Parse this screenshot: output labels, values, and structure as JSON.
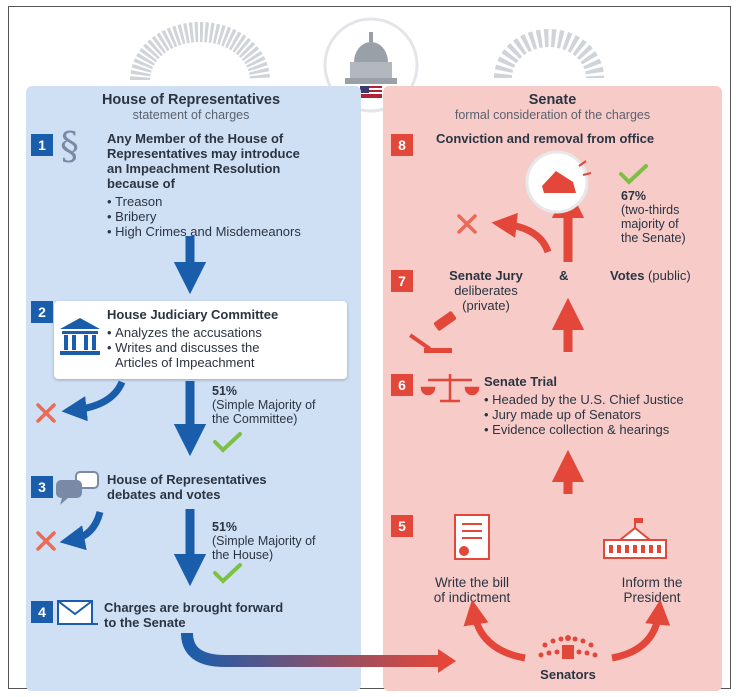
{
  "colors": {
    "blue": "#1a5dab",
    "red": "#e2473a",
    "left_panel": "#cfe0f5",
    "right_panel": "#f7cbc8",
    "check": "#7cc142",
    "cross": "#ea6a58"
  },
  "house": {
    "title": "House of Representatives",
    "subtitle": "statement of charges"
  },
  "senate": {
    "title": "Senate",
    "subtitle": "formal consideration of the charges"
  },
  "steps": {
    "s1": {
      "num": "1",
      "icon": "section-sign-icon",
      "symbol": "§",
      "text": [
        "Any Member of the House of",
        "Representatives may introduce",
        "an Impeachment Resolution",
        "because of"
      ],
      "items": [
        "Treason",
        "Bribery",
        "High Crimes and Misdemeanors"
      ]
    },
    "s2": {
      "num": "2",
      "icon": "courthouse-icon",
      "title": "House Judiciary Committee",
      "items": [
        "Analyzes the accusations",
        "Writes and discusses the"
      ],
      "item_cont": "Articles of Impeachment",
      "vote_pct": "51%",
      "vote_desc": [
        "(Simple Majority of",
        "the Committee)"
      ]
    },
    "s3": {
      "num": "3",
      "icon": "speech-bubbles-icon",
      "title": [
        "House of Representatives",
        "debates and votes"
      ],
      "vote_pct": "51%",
      "vote_desc": [
        "(Simple Majority of",
        "the House)"
      ]
    },
    "s4": {
      "num": "4",
      "icon": "envelope-icon",
      "title": [
        "Charges are brought forward",
        "to the Senate"
      ]
    },
    "s5": {
      "num": "5",
      "left_label": [
        "Write the bill",
        "of indictment"
      ],
      "right_label": [
        "Inform the",
        "President"
      ],
      "bottom_label": "Senators"
    },
    "s6": {
      "num": "6",
      "title": "Senate Trial",
      "items": [
        "Headed by the U.S. Chief Justice",
        "Jury made up of Senators",
        "Evidence collection & hearings"
      ]
    },
    "s7": {
      "num": "7",
      "jury_title": "Senate Jury",
      "jury_rest": [
        "deliberates",
        "(private)"
      ],
      "amp": "&",
      "votes_bold": "Votes",
      "votes_rest": " (public)"
    },
    "s8": {
      "num": "8",
      "title": "Conviction and removal from office",
      "pct": "67%",
      "pct_desc": [
        "(two-thirds",
        "majority of",
        "the Senate)"
      ]
    }
  }
}
